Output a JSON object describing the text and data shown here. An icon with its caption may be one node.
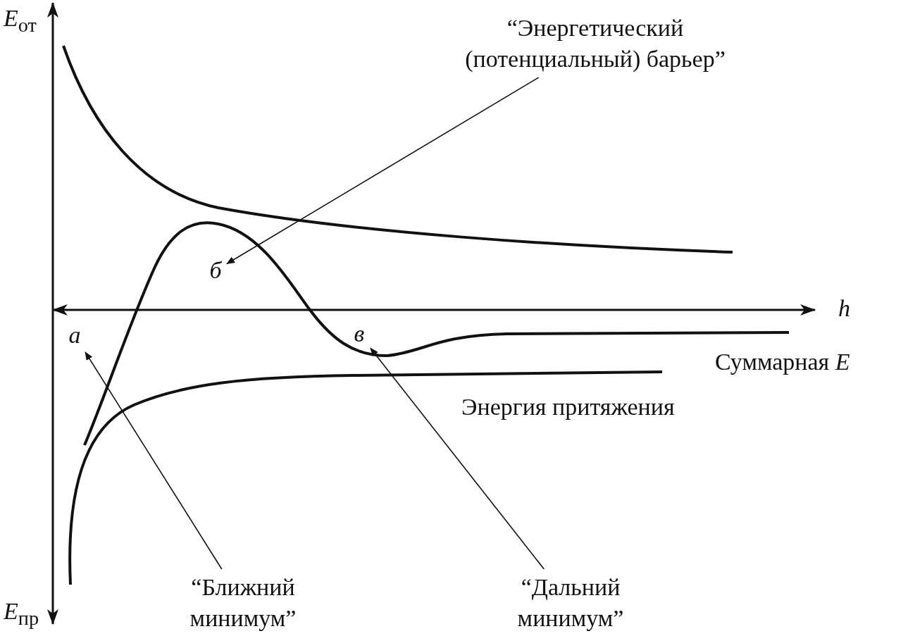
{
  "diagram": {
    "nodes": [
      {
        "text": [
          "“Энергетический (потенциальный) барьер”"
        ]
      },
      {
        "text": [
          "б"
        ]
      },
      {
        "text": [
          "а"
        ]
      },
      {
        "text": [
          "в"
        ]
      },
      {
        "text": [
          "“Ближний минимум”"
        ]
      },
      {
        "text": [
          "“Дальний минимум”"
        ]
      }
    ],
    "edges": [
      {
        "from": 0,
        "to": 1,
        "arrow": "to"
      },
      {
        "from": 4,
        "to": 2,
        "arrow": "to"
      },
      {
        "from": 5,
        "to": 3,
        "arrow": "to"
      }
    ],
    "labels": [
      "*E*$_{от}$",
      "*E*$_{пр}$",
      "h",
      "Суммарная *E*",
      "Энергия притяжения"
    ]
  }
}
